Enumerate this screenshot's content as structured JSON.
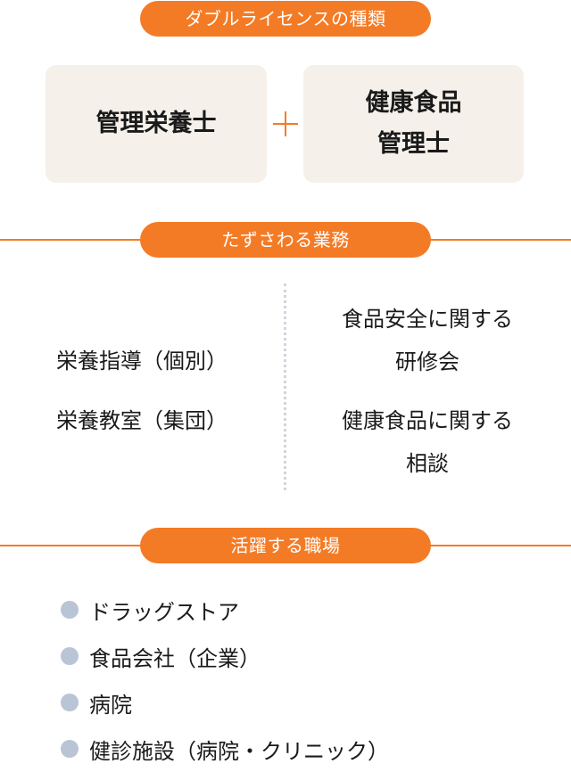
{
  "license": {
    "heading": "ダブルライセンスの種類",
    "card_left": "管理栄養士",
    "card_right_line1": "健康食品",
    "card_right_line2": "管理士",
    "plus_icon": "plus-icon"
  },
  "duties": {
    "heading": "たずさわる業務",
    "left": [
      "栄養指導（個別）",
      "栄養教室（集団）"
    ],
    "right": [
      {
        "line1": "食品安全に関する",
        "line2": "研修会"
      },
      {
        "line1": "健康食品に関する",
        "line2": "相談"
      }
    ]
  },
  "workplaces": {
    "heading": "活躍する職場",
    "items": [
      "ドラッグストア",
      "食品会社（企業）",
      "病院",
      "健診施設（病院・クリニック）"
    ]
  },
  "colors": {
    "accent": "#f47b25",
    "card_bg": "#f5f0ea",
    "bullet": "#b9c4d5",
    "divider_dots": "#d0d5dc"
  }
}
